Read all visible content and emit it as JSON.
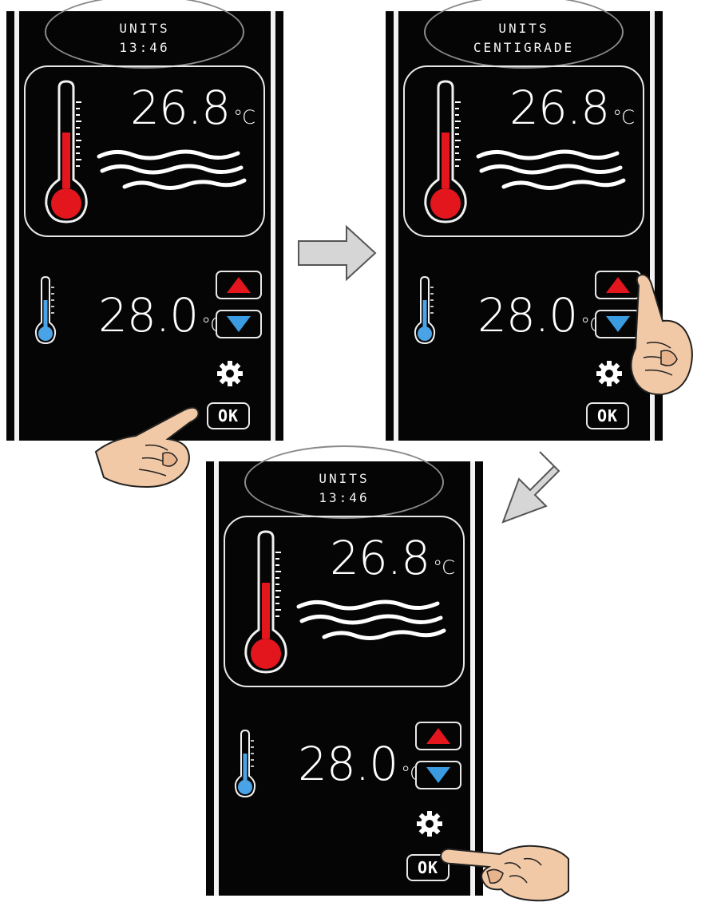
{
  "colors": {
    "panel_bg": "#050505",
    "hot_red": "#e2161c",
    "cool_blue": "#4aa3e6",
    "up_arrow_red": "#e2161c",
    "down_arrow_blue": "#3b9be0",
    "flow_arrow_grey": "#d6d6d6",
    "skin": "#f2c9a6"
  },
  "icons": [
    "thermometer-red-icon",
    "thermometer-blue-icon",
    "water-waves-icon",
    "gear-icon",
    "up-arrow-icon",
    "down-arrow-icon",
    "pointing-hand-icon",
    "flow-arrow-icon"
  ],
  "screens": [
    {
      "header_line1": "UNITS",
      "header_line2": "13:46",
      "water_temp": "26.8",
      "water_unit": "°C",
      "set_temp": "28.0",
      "set_unit": "°C",
      "ok_label": "OK",
      "touched": "ok"
    },
    {
      "header_line1": "UNITS",
      "header_line2": "CENTIGRADE",
      "water_temp": "26.8",
      "water_unit": "°C",
      "set_temp": "28.0",
      "set_unit": "°C",
      "ok_label": "OK",
      "touched": "up"
    },
    {
      "header_line1": "UNITS",
      "header_line2": "13:46",
      "water_temp": "26.8",
      "water_unit": "°C",
      "set_temp": "28.0",
      "set_unit": "°C",
      "ok_label": "OK",
      "touched": "ok"
    }
  ]
}
